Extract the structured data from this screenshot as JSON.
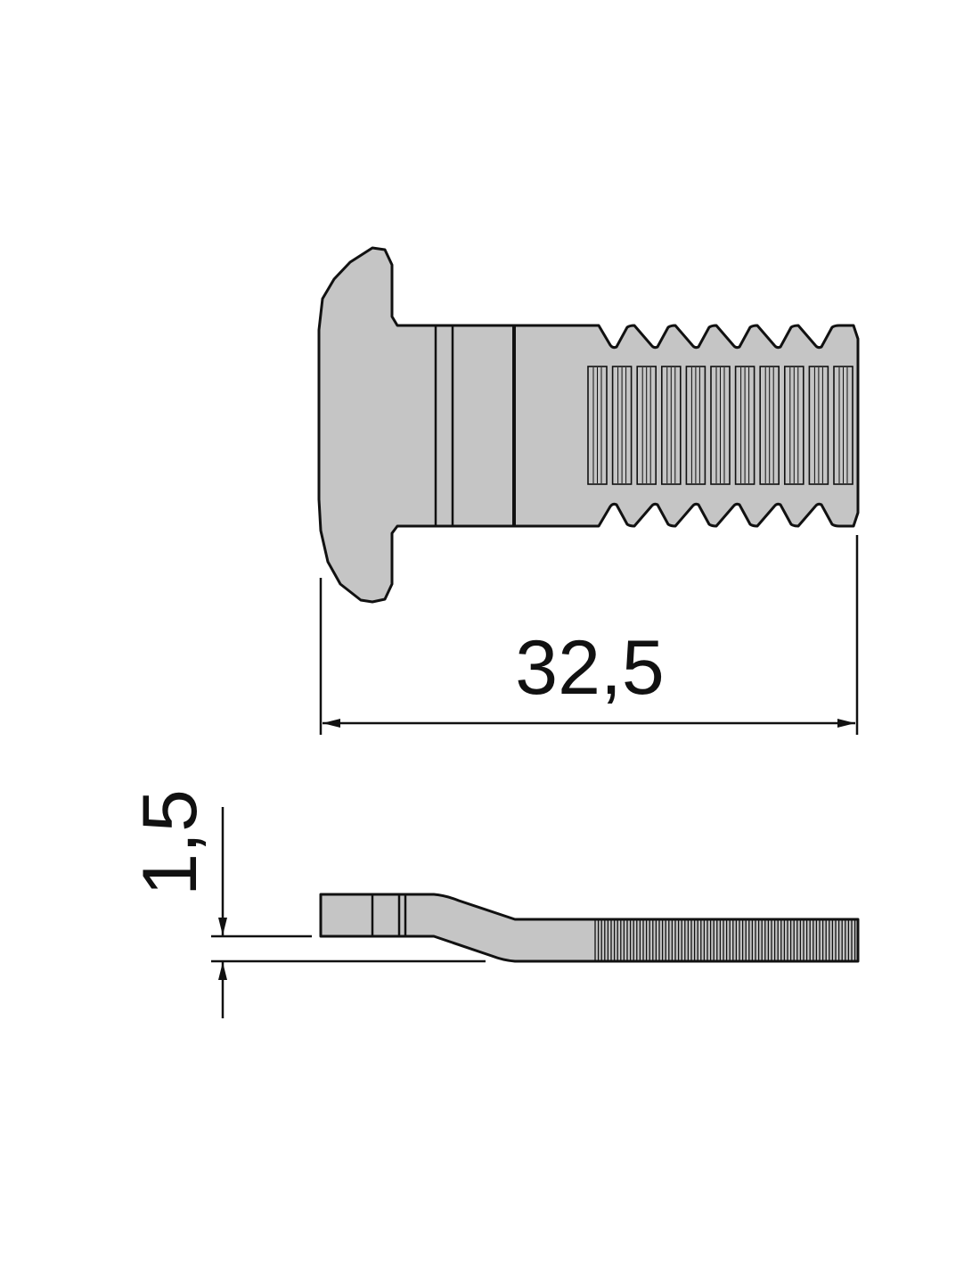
{
  "drawing": {
    "top_view": {
      "dimension_label": "32,5",
      "tooth_count": 6,
      "knurl_segment_count": 11
    },
    "side_view": {
      "dimension_label": "1,5"
    },
    "colors": {
      "part_fill": "#c5c5c5",
      "line": "#111111",
      "background": "#ffffff"
    }
  }
}
